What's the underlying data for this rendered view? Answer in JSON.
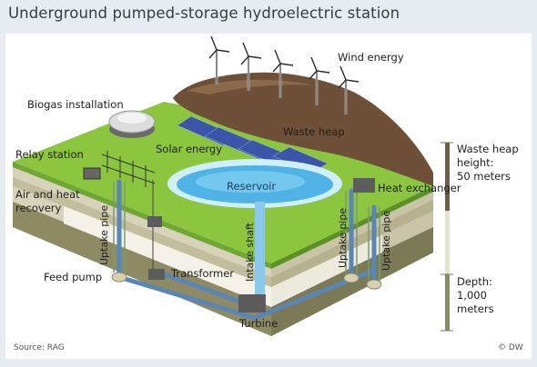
{
  "title": "Underground pumped-storage hydroelectric station",
  "labels": {
    "wind_energy": "Wind energy",
    "biogas_installation": "Biogas installation",
    "waste_heap": "Waste heap",
    "solar_energy": "Solar energy",
    "relay_station": "Relay station",
    "reservoir": "Reservoir",
    "air_and_heat_recovery_line1": "Air and heat",
    "air_and_heat_recovery_line2": "recovery",
    "heat_exchanger": "Heat exchanger",
    "uptake_pipe": "Uptake pipe",
    "intake_shaft": "Intake shaft",
    "transformer": "Transformer",
    "feed_pump": "Feed pump",
    "turbine": "Turbine"
  },
  "scale": {
    "waste_heap_height_line1": "Waste heap",
    "waste_heap_height_line2": "height:",
    "waste_heap_height_line3": "50 meters",
    "depth_line1": "Depth:",
    "depth_line2": "1,000",
    "depth_line3": "meters"
  },
  "footer": {
    "source": "Source: RAG",
    "credit": "© DW"
  },
  "colors": {
    "grass": "#8cc63f",
    "heap": "#6e5038",
    "water": "#4fb3e6",
    "pipe": "#5a86b6",
    "soil_light": "#efede2",
    "soil_dark": "#8d8a64"
  }
}
